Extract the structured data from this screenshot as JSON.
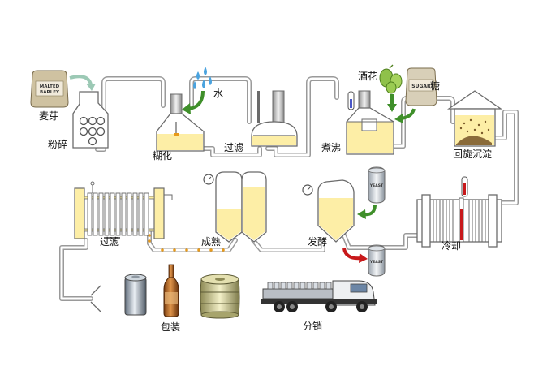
{
  "diagram": {
    "labels": {
      "malt": "麦芽",
      "milling": "粉碎",
      "water": "水",
      "mashing": "糊化",
      "lautering": "过滤",
      "hops": "酒花",
      "sugar": "糖",
      "boiling": "煮沸",
      "whirlpool": "回旋沉淀",
      "cooling": "冷却",
      "fermentation": "发酵",
      "maturation": "成熟",
      "filtration": "过滤",
      "packaging": "包装",
      "distribution": "分销"
    },
    "sack_text": {
      "barley_line1": "MALTED",
      "barley_line2": "BARLEY",
      "sugar": "SUGAR"
    },
    "yeast_text": "YEAST",
    "colors": {
      "liquid": "#fdeea6",
      "pipe": "#9a9a9a",
      "arrow_green": "#3f8f2a",
      "arrow_red": "#c8191b",
      "water_drop": "#4aa3df"
    }
  }
}
